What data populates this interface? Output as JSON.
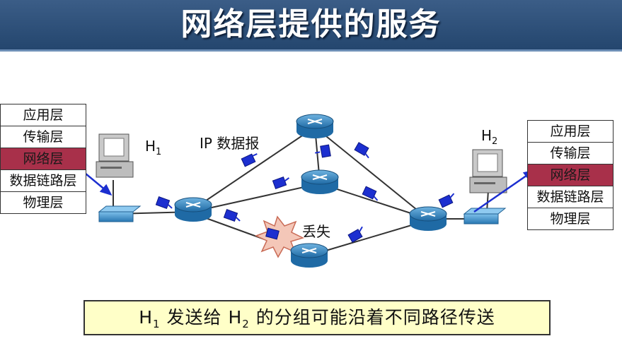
{
  "title": "网络层提供的服务",
  "left_stack": [
    "应用层",
    "传输层",
    "网络层",
    "数据链路层",
    "物理层"
  ],
  "right_stack": [
    "应用层",
    "传输层",
    "网络层",
    "数据链路层",
    "物理层"
  ],
  "host1": {
    "letter": "H",
    "sub": "1"
  },
  "host2": {
    "letter": "H",
    "sub": "2"
  },
  "label_ip": "IP 数据报",
  "label_lost": "丢失",
  "caption": {
    "p1": "H",
    "s1": "1",
    "p2": " 发送给 H",
    "s2": "2",
    "p3": " 的分组可能沿着不同路径传送"
  },
  "colors": {
    "title_bg": "#2e507b",
    "highlight": "#a8304a",
    "router": "#2f7fb8",
    "packet": "#1c2fd0",
    "caption_bg": "#ffffc8"
  }
}
